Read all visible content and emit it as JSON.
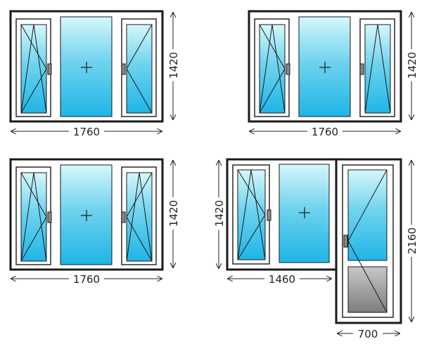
{
  "colors": {
    "glass_top": "#d6f7fb",
    "glass_mid": "#6fd3ee",
    "glass_bottom": "#1fb5e6",
    "panel_top": "#c8c8c8",
    "panel_bottom": "#7d7d7d",
    "frame": "#1a1a1a"
  },
  "windows": [
    {
      "width_label": "1760",
      "height_label": "1420"
    },
    {
      "width_label": "1760",
      "height_label": "1420"
    },
    {
      "width_label": "1760",
      "height_label": "1420"
    }
  ],
  "balcony_block": {
    "window_width_label": "1460",
    "window_height_label": "1420",
    "door_width_label": "700",
    "door_height_label": "2160"
  }
}
